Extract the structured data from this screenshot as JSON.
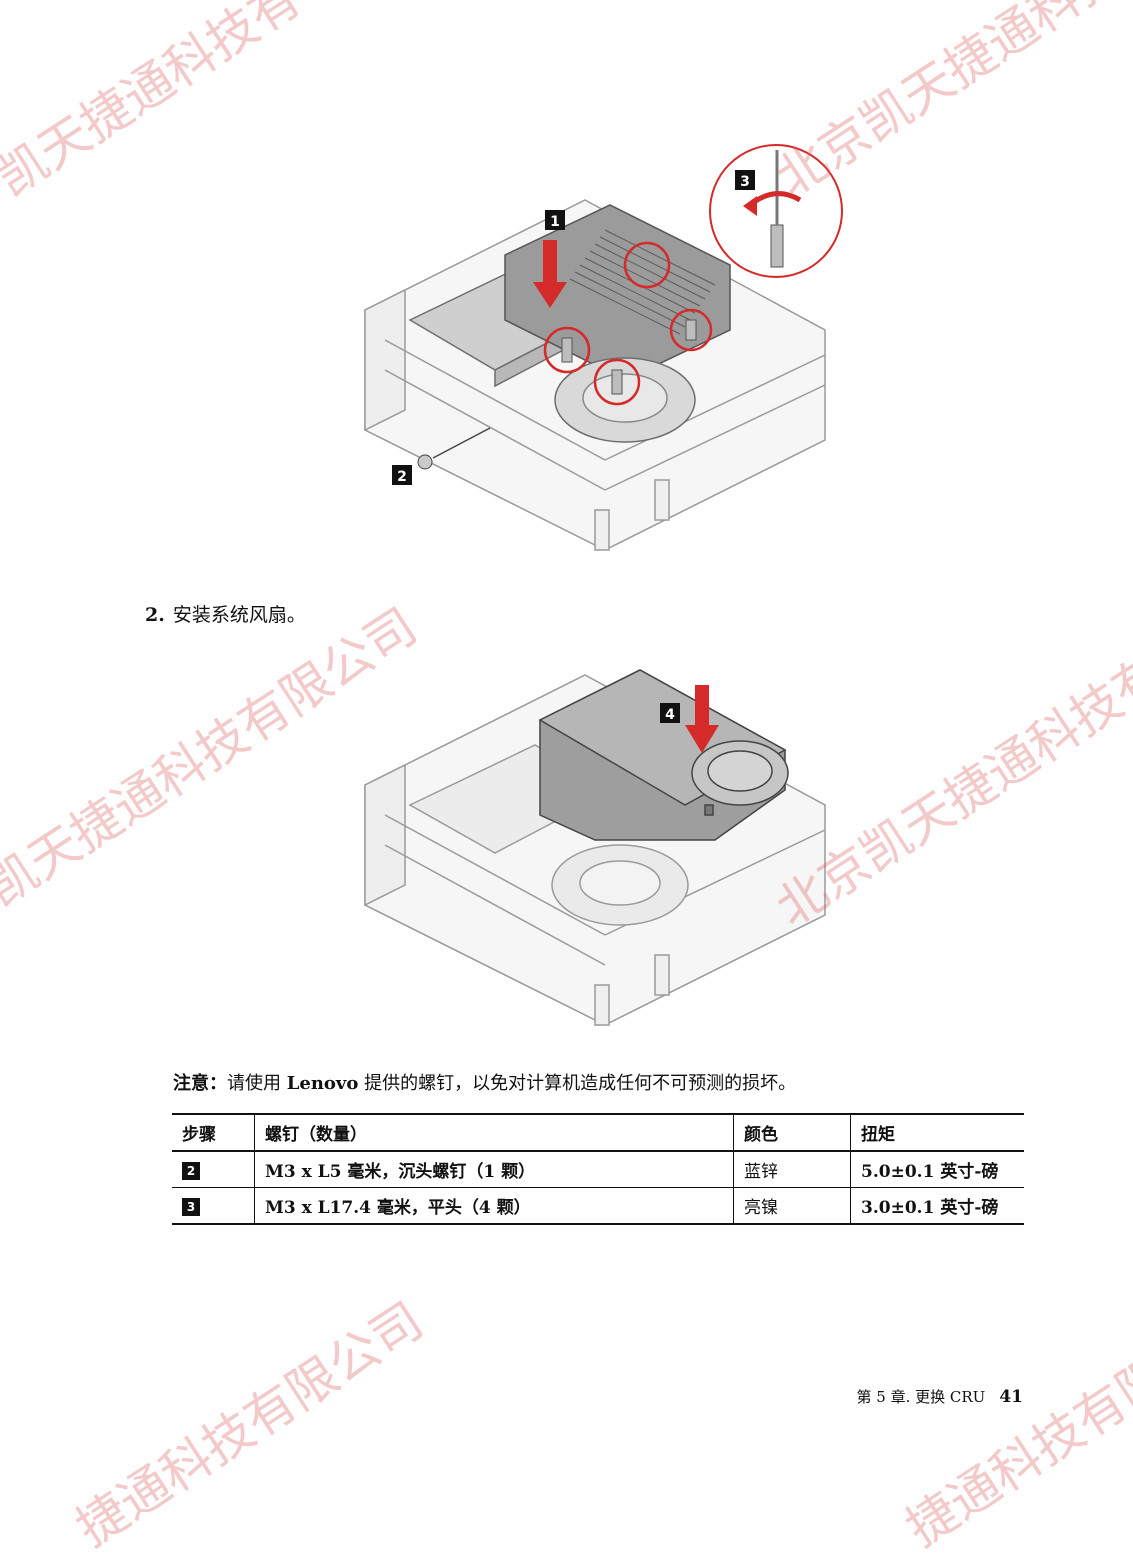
{
  "figures": {
    "fig1": {
      "callouts": [
        "1",
        "2",
        "3"
      ]
    },
    "fig2": {
      "callouts": [
        "4"
      ]
    }
  },
  "step": {
    "number": "2.",
    "text": "安装系统风扇。"
  },
  "note": {
    "label": "注意：",
    "text_before": "请使用 ",
    "brand": "Lenovo",
    "text_after": " 提供的螺钉，以免对计算机造成任何不可预测的损坏。"
  },
  "table": {
    "headers": [
      "步骤",
      "螺钉（数量）",
      "颜色",
      "扭矩"
    ],
    "rows": [
      {
        "step": "2",
        "screw": "M3 x L5 毫米，沉头螺钉（1 颗）",
        "color": "蓝锌",
        "torque": "5.0±0.1 英寸-磅"
      },
      {
        "step": "3",
        "screw": "M3 x L17.4 毫米，平头（4 颗）",
        "color": "亮镍",
        "torque": "3.0±0.1 英寸-磅"
      }
    ]
  },
  "footer": {
    "chapter": "第 5 章. 更换 CRU",
    "page": "41"
  },
  "watermarks": [
    "凯天捷通科技有",
    "北京凯天捷通科技",
    "凯天捷通科技有限公司",
    "北京凯天捷通科技有限",
    "捷通科技有限公司",
    "捷通科技有限"
  ],
  "colors": {
    "accent_red": "#d42a2a",
    "watermark": "#dc5a5a"
  }
}
